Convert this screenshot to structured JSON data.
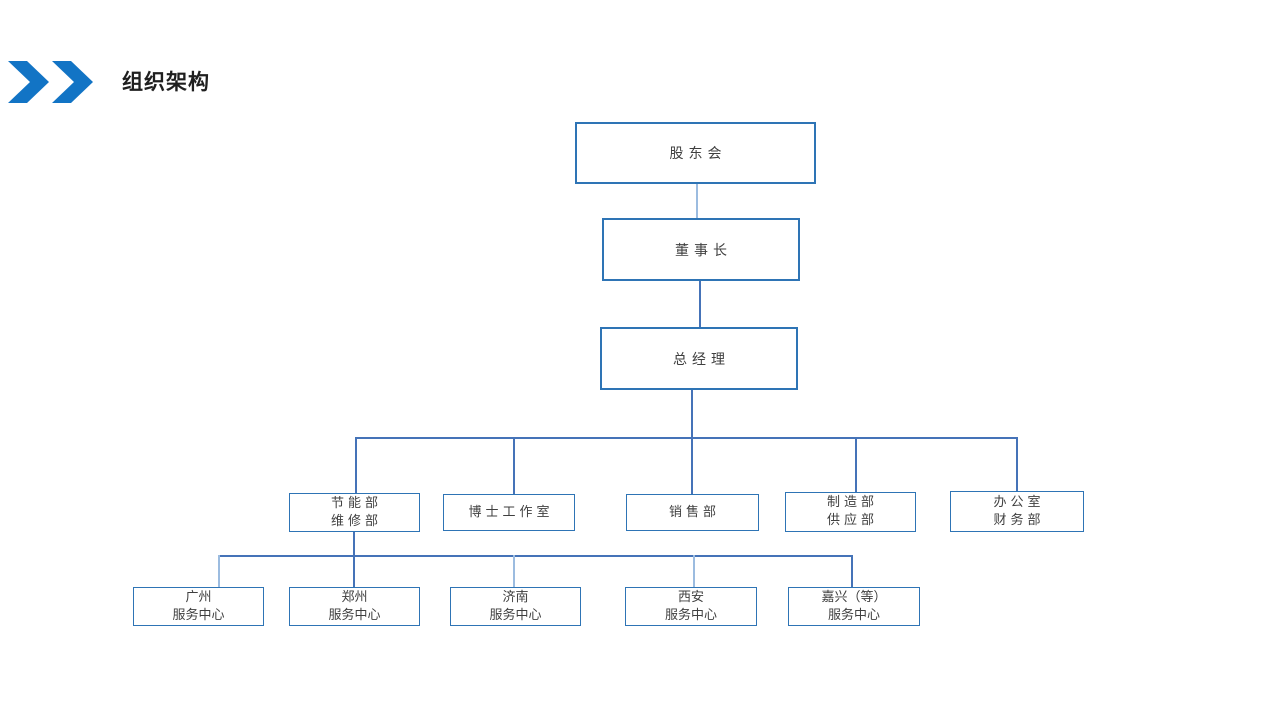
{
  "slide": {
    "title": "组织架构"
  },
  "colors": {
    "chevron_blue": "#1274C5",
    "title_text": "#1F1F1F",
    "box_border": "#2E74B5",
    "box_text": "#3F3F3F",
    "connector": "#4573B8",
    "connector_light": "#9CBCE0",
    "background": "#FFFFFF"
  },
  "org": {
    "nodes": [
      {
        "id": "shareholders",
        "lines": [
          "股东会"
        ]
      },
      {
        "id": "chairman",
        "lines": [
          "董事长"
        ]
      },
      {
        "id": "general-manager",
        "lines": [
          "总经理"
        ]
      },
      {
        "id": "energy-maintenance",
        "lines": [
          "节能部",
          "维修部"
        ]
      },
      {
        "id": "doctor-studio",
        "lines": [
          "博士工作室"
        ]
      },
      {
        "id": "sales",
        "lines": [
          "销售部"
        ]
      },
      {
        "id": "manufacturing-supply",
        "lines": [
          "制造部",
          "供应部"
        ]
      },
      {
        "id": "office-finance",
        "lines": [
          "办公室",
          "财务部"
        ]
      },
      {
        "id": "guangzhou-center",
        "lines": [
          "广州",
          "服务中心"
        ]
      },
      {
        "id": "zhengzhou-center",
        "lines": [
          "郑州",
          "服务中心"
        ]
      },
      {
        "id": "jinan-center",
        "lines": [
          "济南",
          "服务中心"
        ]
      },
      {
        "id": "xian-center",
        "lines": [
          "西安",
          "服务中心"
        ]
      },
      {
        "id": "jiaxing-center",
        "lines": [
          "嘉兴（等）",
          "服务中心"
        ]
      }
    ]
  }
}
